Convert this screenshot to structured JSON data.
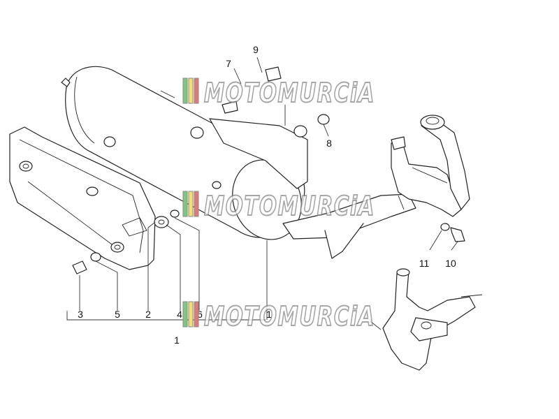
{
  "callouts": {
    "c1": "1",
    "c2": "2",
    "c3": "3",
    "c4": "4",
    "c5": "5",
    "c6": "6",
    "c7": "7",
    "c8": "8",
    "c9": "9",
    "c10": "10",
    "c11": "11",
    "c12": "1"
  },
  "watermark": {
    "text": "MOTOMURCiA"
  },
  "colors": {
    "line": "#222222",
    "watermark_stroke": "#8a8a8a",
    "stripe_green": "#7fc97f",
    "stripe_yellow": "#f2e16b",
    "stripe_red": "#e07a7a"
  }
}
